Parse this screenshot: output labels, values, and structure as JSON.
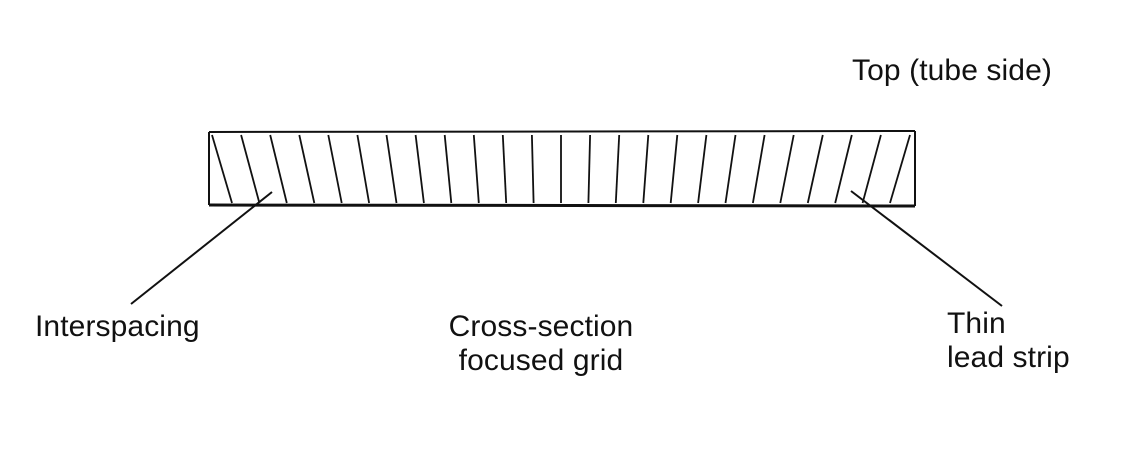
{
  "diagram": {
    "top_label": "Top (tube side)",
    "interspacing_label": "Interspacing",
    "grid_label": {
      "line1": "Cross-section",
      "line2": "focused grid"
    },
    "strip_label": {
      "line1": "Thin",
      "line2": "lead strip"
    }
  },
  "colors": {
    "ink": "#111111",
    "background": "#ffffff"
  }
}
